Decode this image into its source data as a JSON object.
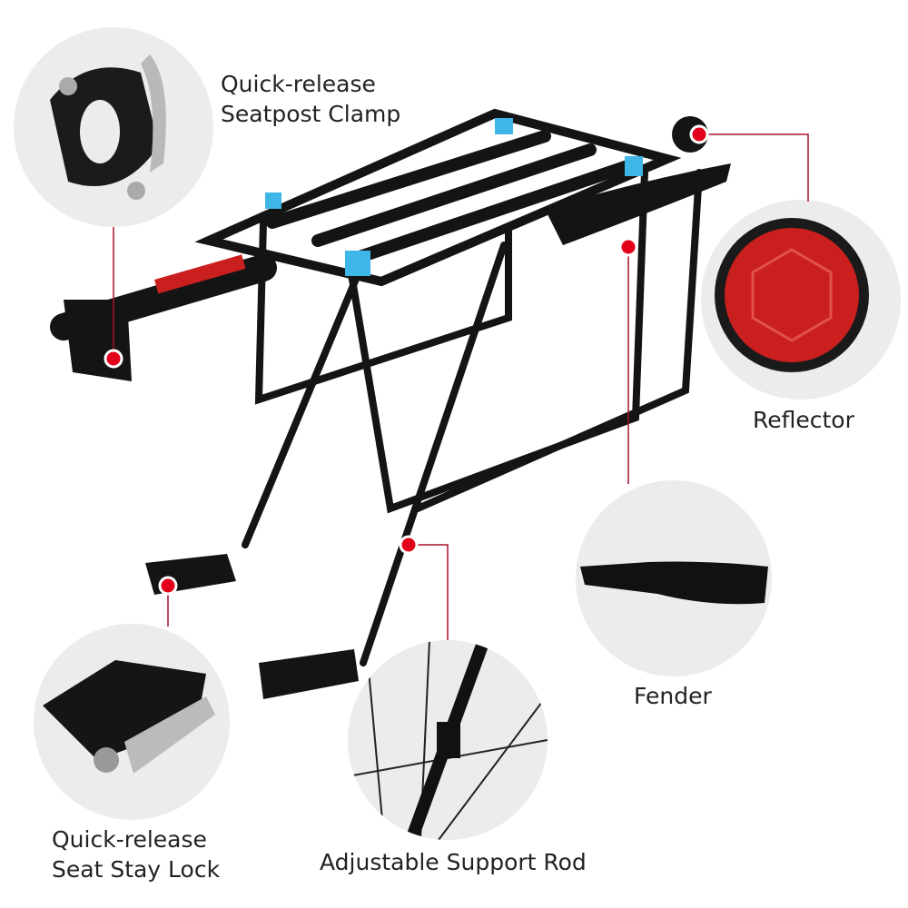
{
  "colors": {
    "callout_dot": "#e3001b",
    "callout_line": "#a8102a",
    "rack": "#141414",
    "accent_clip": "#3fb6e8",
    "detail_bg": "#ececec"
  },
  "callouts": {
    "seatpost_clamp": {
      "line1": "Quick-release",
      "line2": "Seatpost Clamp"
    },
    "reflector": {
      "label": "Reflector"
    },
    "fender": {
      "label": "Fender"
    },
    "seat_stay_lock": {
      "line1": "Quick-release",
      "line2": "Seat Stay Lock"
    },
    "support_rod": {
      "label": "Adjustable Support Rod"
    }
  }
}
